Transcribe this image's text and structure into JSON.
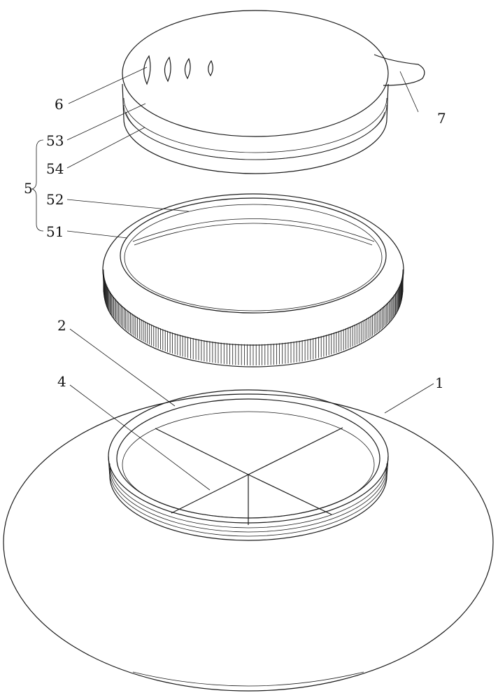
{
  "labels": {
    "l6": "6",
    "l7": "7",
    "l53": "53",
    "l54": "54",
    "l5": "5",
    "l52": "52",
    "l51": "51",
    "l2": "2",
    "l4": "4",
    "l1": "1"
  }
}
